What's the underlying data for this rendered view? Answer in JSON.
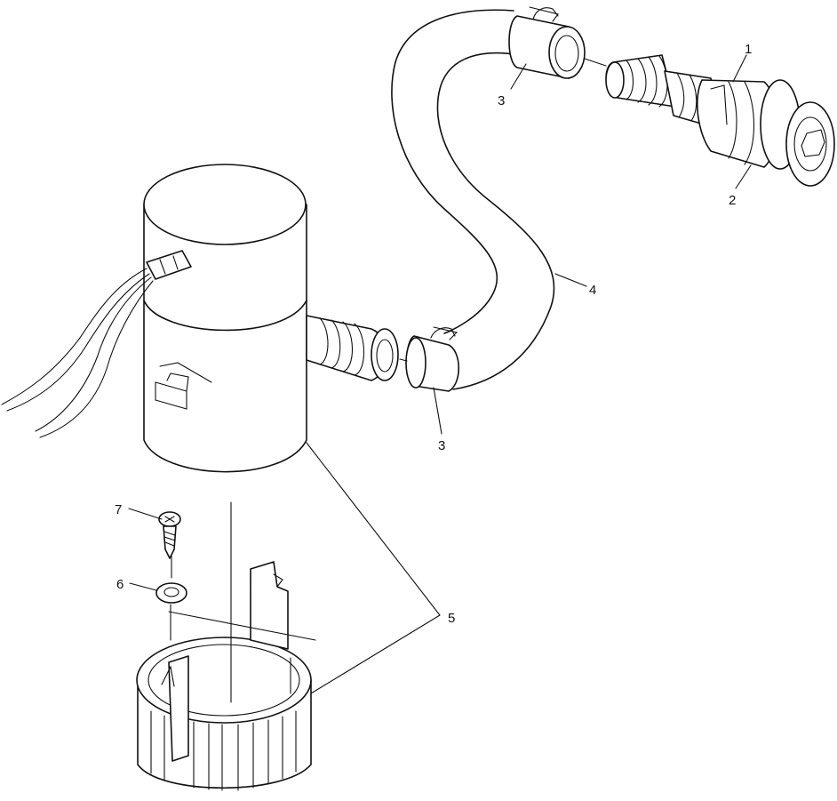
{
  "diagram": {
    "callouts": {
      "fitting": "1",
      "fitting_nut": "2",
      "hose_clamp_upper": "3",
      "hose_clamp_lower": "3",
      "hose": "4",
      "bilge_pump": "5",
      "washer": "6",
      "screw": "7"
    }
  }
}
